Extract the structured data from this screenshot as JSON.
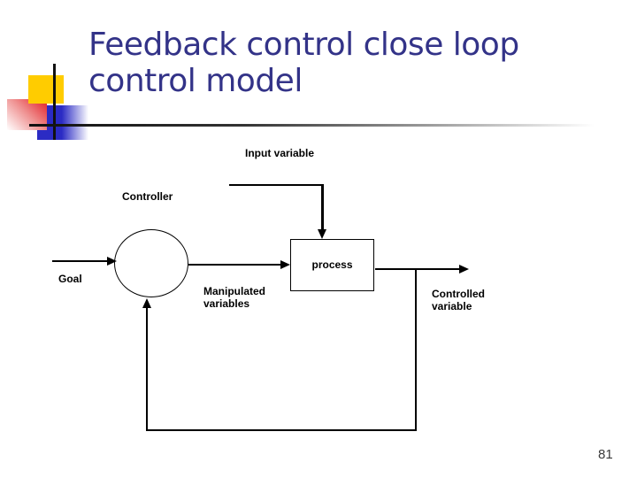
{
  "slide": {
    "title": "Feedback control close loop\ncontrol model",
    "page_number": "81"
  },
  "diagram": {
    "labels": {
      "input_variable": "Input variable",
      "controller": "Controller",
      "process": "process",
      "goal": "Goal",
      "manipulated_variables": "Manipulated\nvariables",
      "controlled_variable": "Controlled\nvariable"
    }
  },
  "colors": {
    "title_color": "#333388",
    "accent_yellow": "#FFCC00",
    "accent_red": "#E31E25",
    "accent_blue": "#2B2BC4",
    "line_color": "#000000"
  }
}
